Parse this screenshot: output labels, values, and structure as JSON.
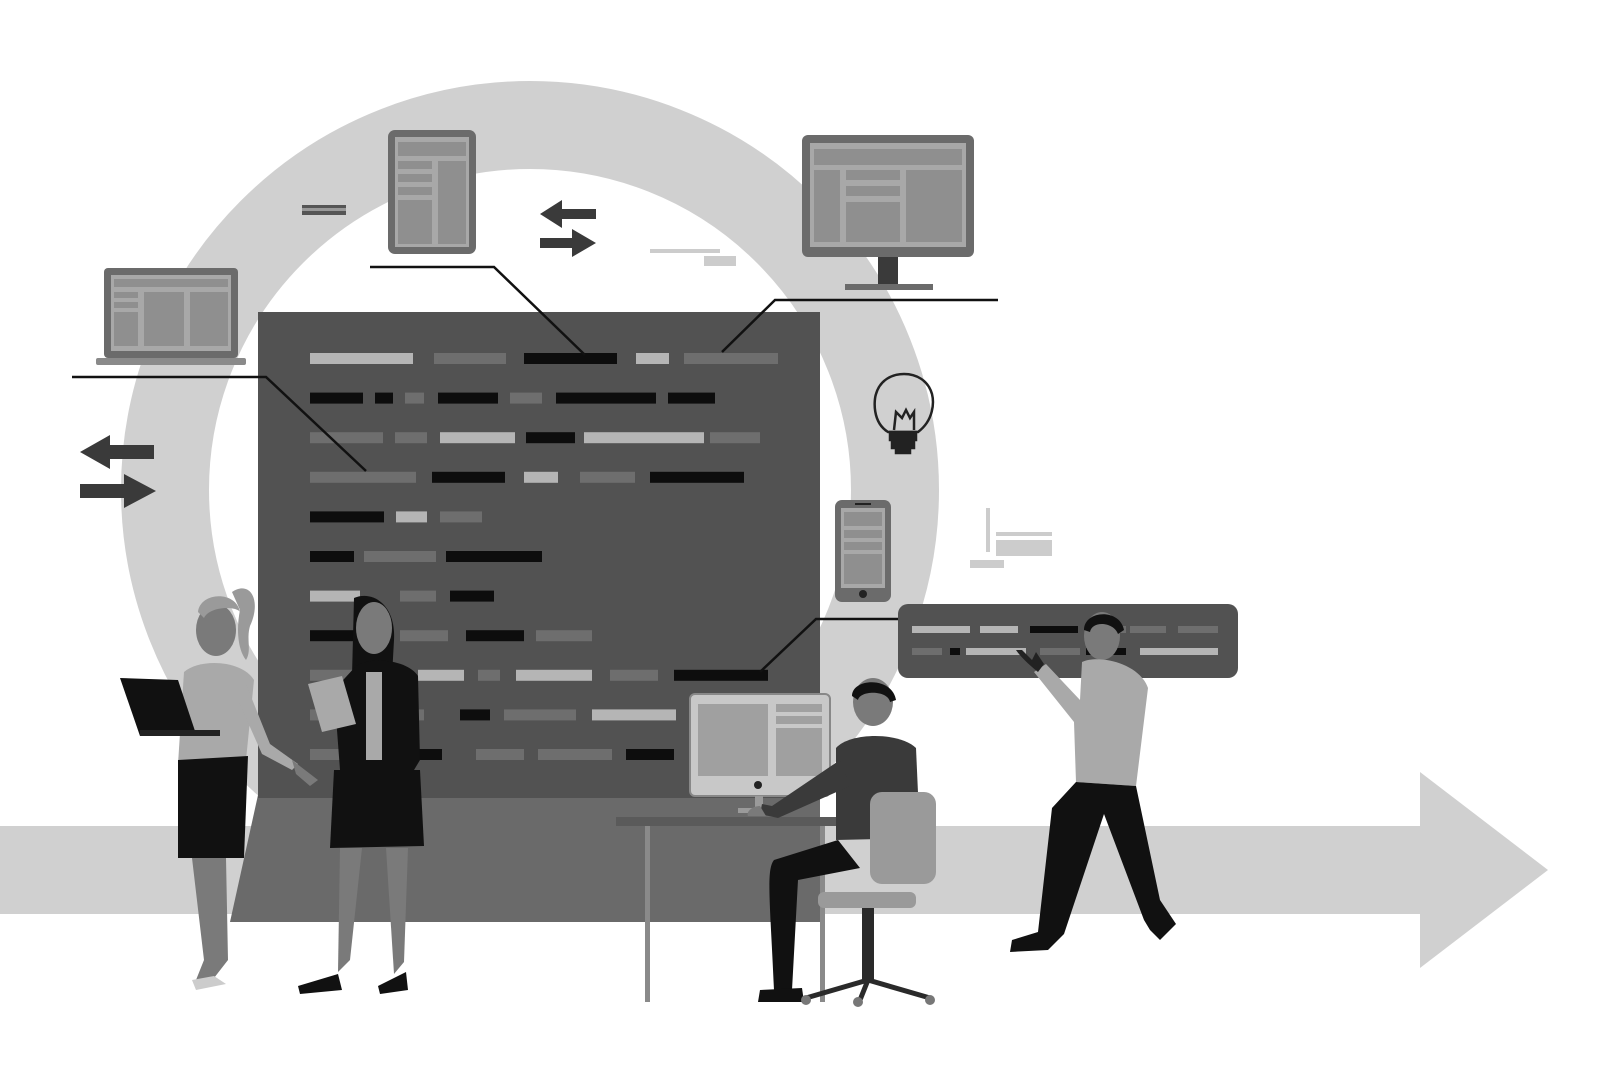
{
  "palette": {
    "background": "#ffffff",
    "ring": "#d0d0d0",
    "arrow_band": "#d0d0d0",
    "board": "#525252",
    "board_base": "#6a6a6a",
    "bar_light": "#b5b5b5",
    "bar_mid": "#6e6e6e",
    "bar_dark": "#0d0d0d",
    "device_frame": "#6b6b6b",
    "device_screen": "#a8a8a8",
    "device_panel": "#8f8f8f",
    "icon_dark": "#3a3a3a",
    "skin": "#7a7a7a",
    "shirt_light": "#a9a9a9",
    "cloth_dark": "#111111",
    "chair": "#9a9a9a",
    "desk": "#5a5a5a"
  },
  "icons": [
    "laptop-icon",
    "tablet-icon",
    "desktop-monitor-icon",
    "smartphone-icon",
    "lightbulb-icon",
    "exchange-arrows-icon"
  ],
  "figures": [
    "woman-with-laptop",
    "woman-with-tablet",
    "man-at-desk",
    "man-carrying-panel"
  ]
}
